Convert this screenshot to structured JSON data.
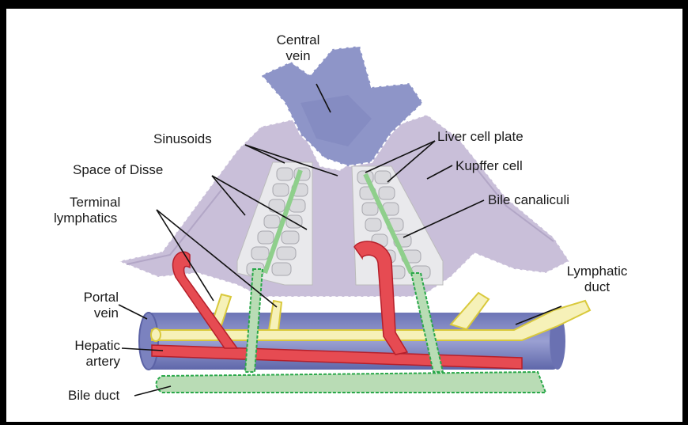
{
  "labels": {
    "central_vein": [
      "Central",
      "vein"
    ],
    "sinusoids": "Sinusoids",
    "space_of_disse": "Space of Disse",
    "terminal_lymphatics": [
      "Terminal",
      "lymphatics"
    ],
    "portal_vein": [
      "Portal",
      "vein"
    ],
    "hepatic_artery": [
      "Hepatic",
      "artery"
    ],
    "bile_duct": "Bile duct",
    "liver_cell_plate": "Liver cell plate",
    "kupffer_cell": "Kupffer cell",
    "bile_canaliculi": "Bile canaliculi",
    "lymphatic_duct": [
      "Lymphatic",
      "duct"
    ]
  },
  "colors": {
    "vein_blue": "#8e95c8",
    "vein_blue_dark": "#6f76b5",
    "sinusoid_lilac": "#c8bdd8",
    "hepatocyte_gray": "#d6d6da",
    "artery_red": "#e64b52",
    "lymph_yellow": "#f6f1b8",
    "bile_green": "#b9dcb5",
    "bile_green_dot": "#2aa84a"
  }
}
